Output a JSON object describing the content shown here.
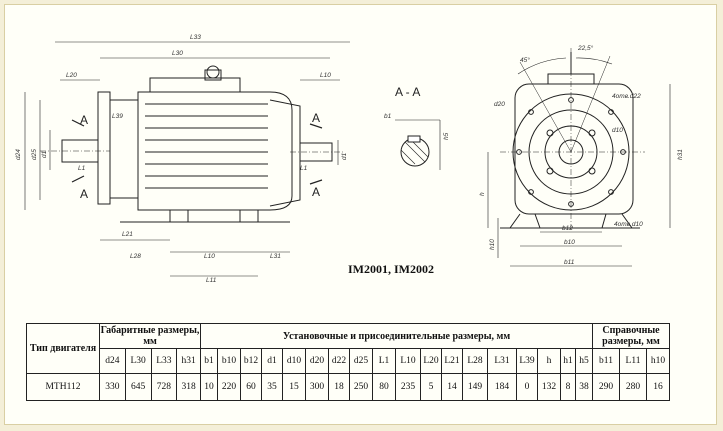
{
  "caption": "IM2001, IM2002",
  "section_label": "A - A",
  "drawing_labels": {
    "dims_top": [
      "L33",
      "L30",
      "L20",
      "L39",
      "L10",
      "L1",
      "L21",
      "L28",
      "L10",
      "L31",
      "L11",
      "L1"
    ],
    "dims_side": [
      "d24",
      "d25",
      "d1",
      "d10",
      "d1"
    ],
    "section_dims": [
      "b1",
      "h5"
    ],
    "front": [
      "45°",
      "22,5°",
      "4отв.d22",
      "d20",
      "d10",
      "h31",
      "h",
      "h10",
      "b12",
      "b10",
      "b11",
      "4отв.d10"
    ]
  },
  "table": {
    "col_type": "Тип двигателя",
    "group_gabarit": "Габаритные размеры, мм",
    "group_install": "Установочные и присоединительные размеры, мм",
    "group_ref": "Справочные размеры, мм",
    "sub_gabarit": [
      "d24",
      "L30",
      "L33",
      "h31"
    ],
    "sub_install": [
      "b1",
      "b10",
      "b12",
      "d1",
      "d10",
      "d20",
      "d22",
      "d25",
      "L1",
      "L10",
      "L20",
      "L21",
      "L28",
      "L31",
      "L39",
      "h",
      "h1",
      "h5"
    ],
    "sub_ref": [
      "b11",
      "L11",
      "h10"
    ],
    "row_name": "МТН112",
    "row_gabarit": [
      "330",
      "645",
      "728",
      "318"
    ],
    "row_install": [
      "10",
      "220",
      "60",
      "35",
      "15",
      "300",
      "18",
      "250",
      "80",
      "235",
      "5",
      "14",
      "149",
      "184",
      "0",
      "132",
      "8",
      "38"
    ],
    "row_ref": [
      "290",
      "280",
      "16"
    ]
  }
}
